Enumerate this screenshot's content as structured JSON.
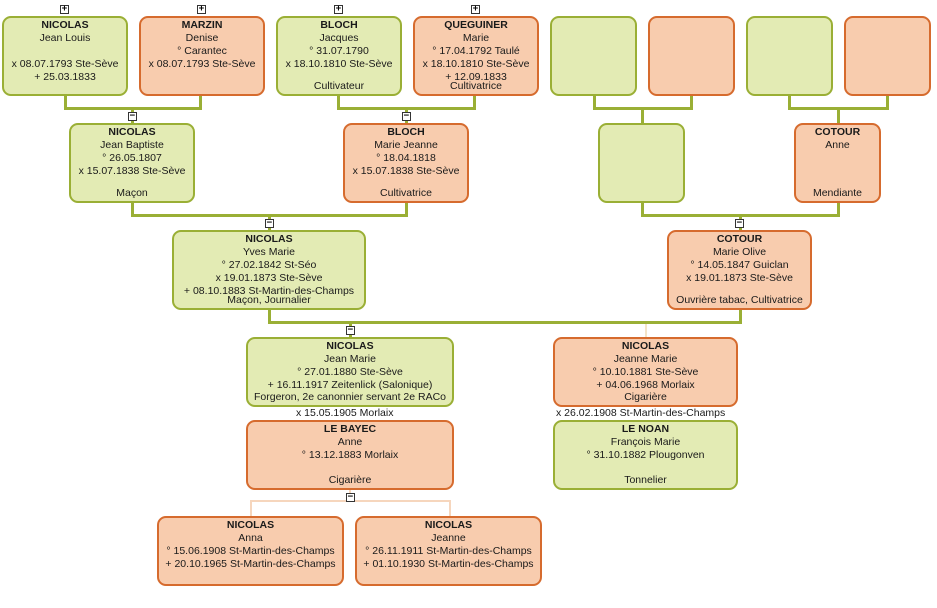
{
  "people": {
    "p1": {
      "name": "NICOLAS",
      "given": "Jean Louis",
      "lines": [
        "",
        "x 08.07.1793 Ste-Sève",
        "+ 25.03.1833"
      ],
      "occupation": ""
    },
    "p2": {
      "name": "MARZIN",
      "given": "Denise",
      "lines": [
        "° Carantec",
        "x 08.07.1793 Ste-Sève"
      ],
      "occupation": ""
    },
    "p3": {
      "name": "BLOCH",
      "given": "Jacques",
      "lines": [
        "° 31.07.1790",
        "x 18.10.1810 Ste-Sève"
      ],
      "occupation": "Cultivateur"
    },
    "p4": {
      "name": "QUEGUINER",
      "given": "Marie",
      "lines": [
        "° 17.04.1792 Taulé",
        "x 18.10.1810 Ste-Sève",
        "+ 12.09.1833"
      ],
      "occupation": "Cultivatrice"
    },
    "p9": {
      "name": "NICOLAS",
      "given": "Jean Baptiste",
      "lines": [
        "° 26.05.1807",
        "x 15.07.1838 Ste-Sève"
      ],
      "occupation": "Maçon"
    },
    "p10": {
      "name": "BLOCH",
      "given": "Marie Jeanne",
      "lines": [
        "° 18.04.1818",
        "x 15.07.1838 Ste-Sève"
      ],
      "occupation": "Cultivatrice"
    },
    "p12": {
      "name": "COTOUR",
      "given": "Anne",
      "lines": [],
      "occupation": "Mendiante"
    },
    "p13": {
      "name": "NICOLAS",
      "given": "Yves Marie",
      "lines": [
        "° 27.02.1842 St-Séo",
        "x 19.01.1873 Ste-Sève",
        "+ 08.10.1883 St-Martin-des-Champs"
      ],
      "occupation": "Maçon, Journalier"
    },
    "p14": {
      "name": "COTOUR",
      "given": "Marie Olive",
      "lines": [
        "° 14.05.1847 Guiclan",
        "x 19.01.1873 Ste-Sève"
      ],
      "occupation": "Ouvrière tabac, Cultivatrice"
    },
    "p15": {
      "name": "NICOLAS",
      "given": "Jean Marie",
      "lines": [
        "° 27.01.1880 Ste-Sève",
        "+ 16.11.1917 Zeitenlick (Salonique)"
      ],
      "occupation": "Forgeron, 2e canonnier servant 2e RACo"
    },
    "p16": {
      "name": "NICOLAS",
      "given": "Jeanne Marie",
      "lines": [
        "° 10.10.1881 Ste-Sève",
        "+ 04.06.1968 Morlaix"
      ],
      "occupation": "Cigarière"
    },
    "p17": {
      "name": "LE BAYEC",
      "given": "Anne",
      "lines": [
        "° 13.12.1883 Morlaix"
      ],
      "occupation": "Cigarière"
    },
    "p18": {
      "name": "LE NOAN",
      "given": "François Marie",
      "lines": [
        "° 31.10.1882 Plougonven"
      ],
      "occupation": "Tonnelier"
    },
    "p19": {
      "name": "NICOLAS",
      "given": "Anna",
      "lines": [
        "° 15.06.1908 St-Martin-des-Champs",
        "+ 20.10.1965 St-Martin-des-Champs"
      ],
      "occupation": ""
    },
    "p20": {
      "name": "NICOLAS",
      "given": "Jeanne",
      "lines": [
        "° 26.11.1911 St-Martin-des-Champs",
        "+ 01.10.1930 St-Martin-des-Champs"
      ],
      "occupation": ""
    }
  },
  "marriages": {
    "m1": "x 15.05.1905 Morlaix",
    "m2": "x 26.02.1908 St-Martin-des-Champs"
  },
  "toggles": {
    "plus": "+",
    "minus": "−"
  },
  "colors": {
    "male_fill": "#e3ebb4",
    "male_border": "#9aaf35",
    "female_fill": "#f8ccae",
    "female_border": "#d66b2e",
    "connector": "#9aaf35"
  }
}
